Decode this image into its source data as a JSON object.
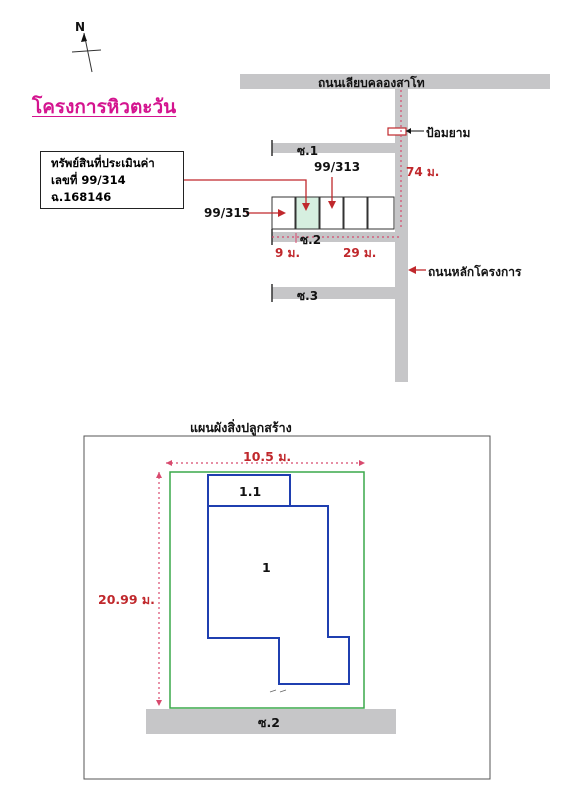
{
  "compass": {
    "label": "N"
  },
  "project": {
    "title": "โครงการหิวตะวัน"
  },
  "asset_box": {
    "line1": "ทรัพย์สินที่ประเมินค่า",
    "line2": "เลขที่ 99/314",
    "line3": "ฉ.168146"
  },
  "map": {
    "road_top": "ถนนเลียบคลองสาโท",
    "landmark": "ป้อมยาม",
    "soi1": "ซ.1",
    "soi2": "ซ.2",
    "soi3": "ซ.3",
    "plot_a": "99/313",
    "plot_b": "99/315",
    "dist_main": "74 ม.",
    "dist_left": "9 ม.",
    "dist_right": "29 ม.",
    "main_road": "ถนนหลักโครงการ"
  },
  "plan": {
    "title": "แผนผังสิ่งปลูกสร้าง",
    "width_label": "10.5 ม.",
    "depth_label": "20.99 ม.",
    "building_main": "1",
    "building_annex": "1.1",
    "road": "ซ.2"
  },
  "colors": {
    "road_gray": "#c6c6c8",
    "dim_red": "#c0282c",
    "title_magenta": "#d4148f",
    "lot_green": "#3aa84a",
    "building_blue": "#1f3fb0",
    "highlight_plot": "#d6efe0"
  }
}
